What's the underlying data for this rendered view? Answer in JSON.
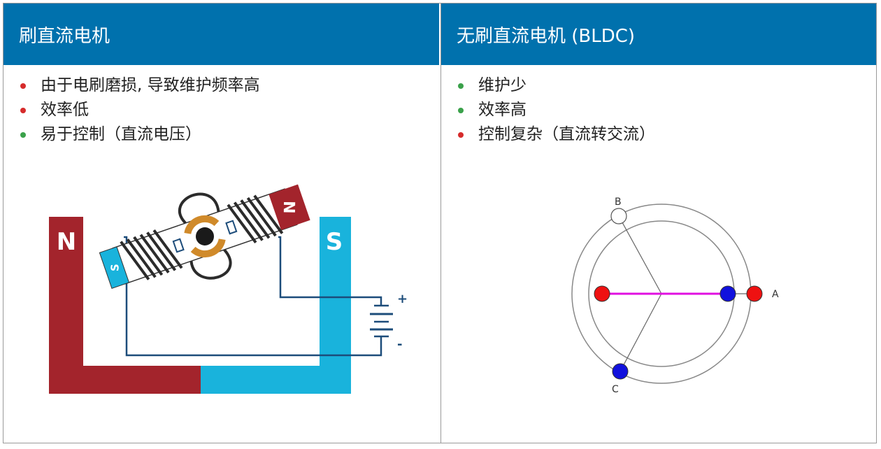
{
  "columns": [
    {
      "title": "刷直流电机",
      "points": [
        {
          "text": "由于电刷磨损, 导致维护频率高",
          "status": "con"
        },
        {
          "text": "效率低",
          "status": "con"
        },
        {
          "text": "易于控制（直流电压）",
          "status": "pro"
        }
      ]
    },
    {
      "title": "无刷直流电机 (BLDC)",
      "points": [
        {
          "text": "维护少",
          "status": "pro"
        },
        {
          "text": "效率高",
          "status": "pro"
        },
        {
          "text": "控制复杂（直流转交流）",
          "status": "con"
        }
      ]
    }
  ],
  "brushed_diagram": {
    "magnet_left_pole": "N",
    "magnet_right_pole": "S",
    "rotor_pole_top": "N",
    "rotor_pole_bottom": "S",
    "battery_plus": "+",
    "battery_minus": "-"
  },
  "bldc_diagram": {
    "label_a": "A",
    "label_b": "B",
    "label_c": "C"
  },
  "colors": {
    "header_bg": "#0071ad",
    "pro_dot": "#3aa14a",
    "con_dot": "#d62b2b",
    "magnet_red": "#a3242c",
    "magnet_cyan": "#19b3dc",
    "wire": "#1c4c7a",
    "commutator": "#d08a2a",
    "phase_line": "#e010e0",
    "node_red": "#ee1111",
    "node_blue": "#1111dd"
  }
}
